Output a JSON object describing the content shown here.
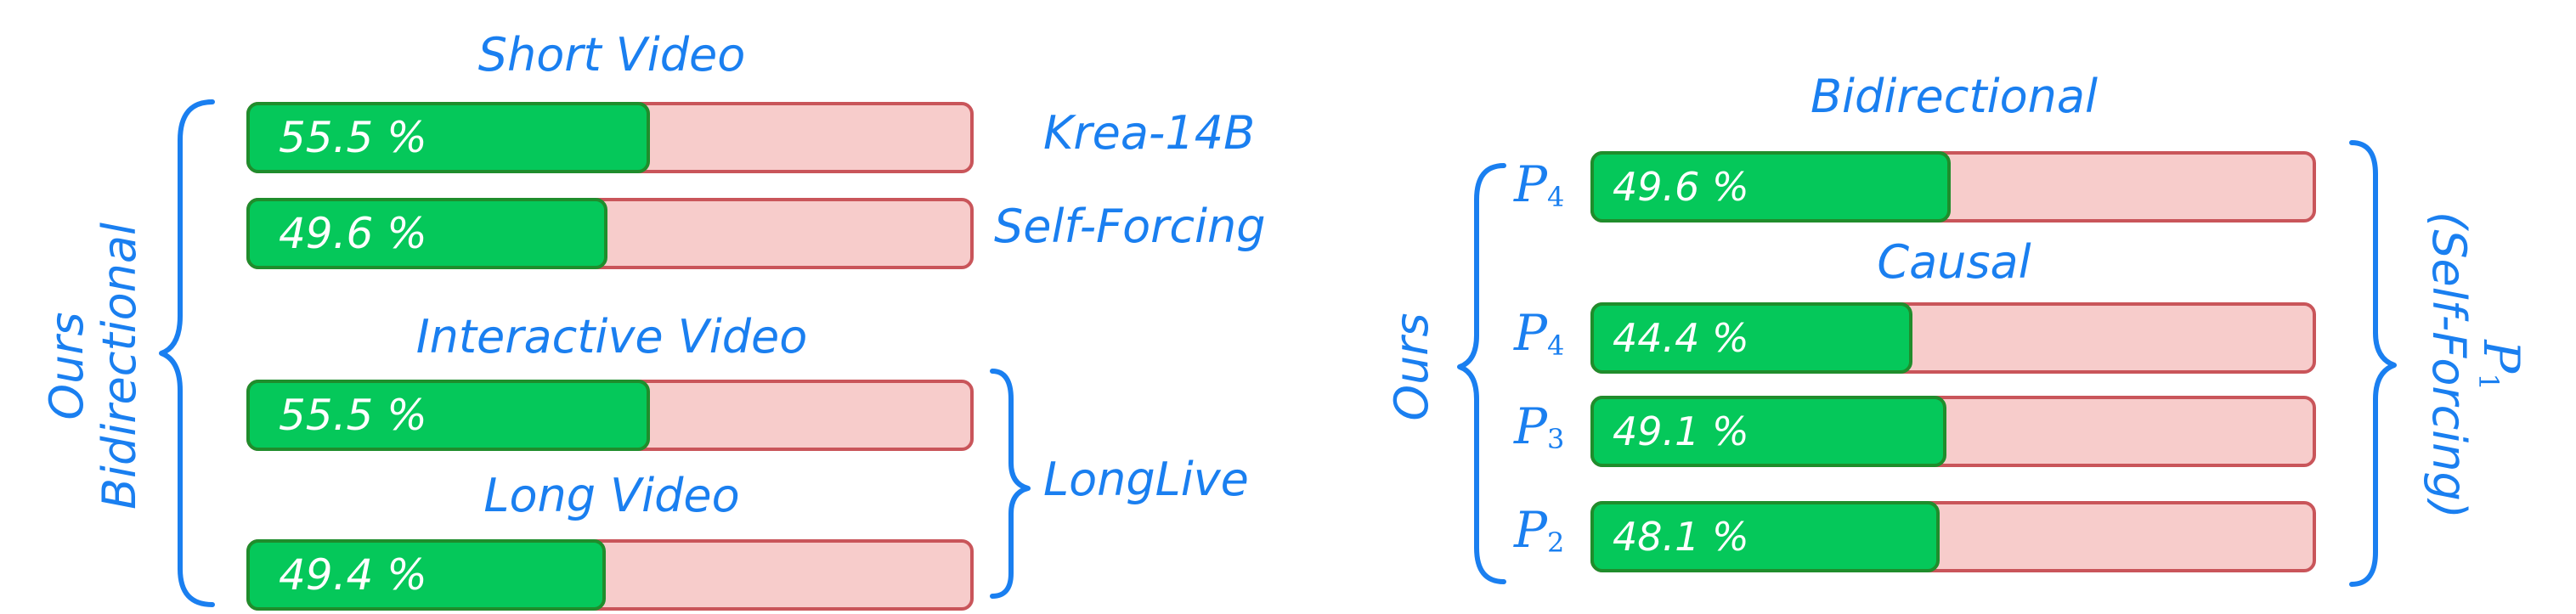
{
  "colors": {
    "label": "#1a7ff0",
    "bar_fill": "#05c85a",
    "bar_fill_border": "#1f8d2c",
    "bar_track": "#f7cccb",
    "bar_track_border": "#c9555a",
    "value_text": "#ffffff"
  },
  "chart_data": [
    {
      "type": "bar",
      "orientation": "horizontal",
      "group_label": "Ours\nBidirectional",
      "xlim": [
        0,
        100
      ],
      "bars": [
        {
          "section": "Short Video",
          "value": 55.5,
          "value_label": "55.5 %",
          "opponent": "Krea-14B"
        },
        {
          "section": "",
          "value": 49.6,
          "value_label": "49.6 %",
          "opponent": "Self-Forcing"
        },
        {
          "section": "Interactive Video",
          "value": 55.5,
          "value_label": "55.5 %",
          "opponent": "LongLive"
        },
        {
          "section": "Long Video",
          "value": 49.4,
          "value_label": "49.4 %",
          "opponent": "LongLive"
        }
      ],
      "labels": {
        "short_video": "Short Video",
        "interactive_video": "Interactive Video",
        "long_video": "Long Video",
        "krea": "Krea-14B",
        "self_forcing": "Self-Forcing",
        "longlive": "LongLive",
        "ours": "Ours",
        "bidirectional": "Bidirectional"
      }
    },
    {
      "type": "bar",
      "orientation": "horizontal",
      "group_label": "Ours",
      "opponent_label": "P1 (Self-Forcing)",
      "xlim": [
        0,
        100
      ],
      "bars": [
        {
          "section": "Bidirectional",
          "policy": "4",
          "value": 49.6,
          "value_label": "49.6 %"
        },
        {
          "section": "Causal",
          "policy": "4",
          "value": 44.4,
          "value_label": "44.4 %"
        },
        {
          "section": "Causal",
          "policy": "3",
          "value": 49.1,
          "value_label": "49.1 %"
        },
        {
          "section": "Causal",
          "policy": "2",
          "value": 48.1,
          "value_label": "48.1 %"
        }
      ],
      "labels": {
        "bidirectional": "Bidirectional",
        "causal": "Causal",
        "ours": "Ours",
        "p_letter": "P",
        "p_sub_4": "4",
        "p_sub_3": "3",
        "p_sub_2": "2",
        "p_sub_1": "1",
        "self_forcing": "(Self-Forcing)"
      }
    }
  ]
}
